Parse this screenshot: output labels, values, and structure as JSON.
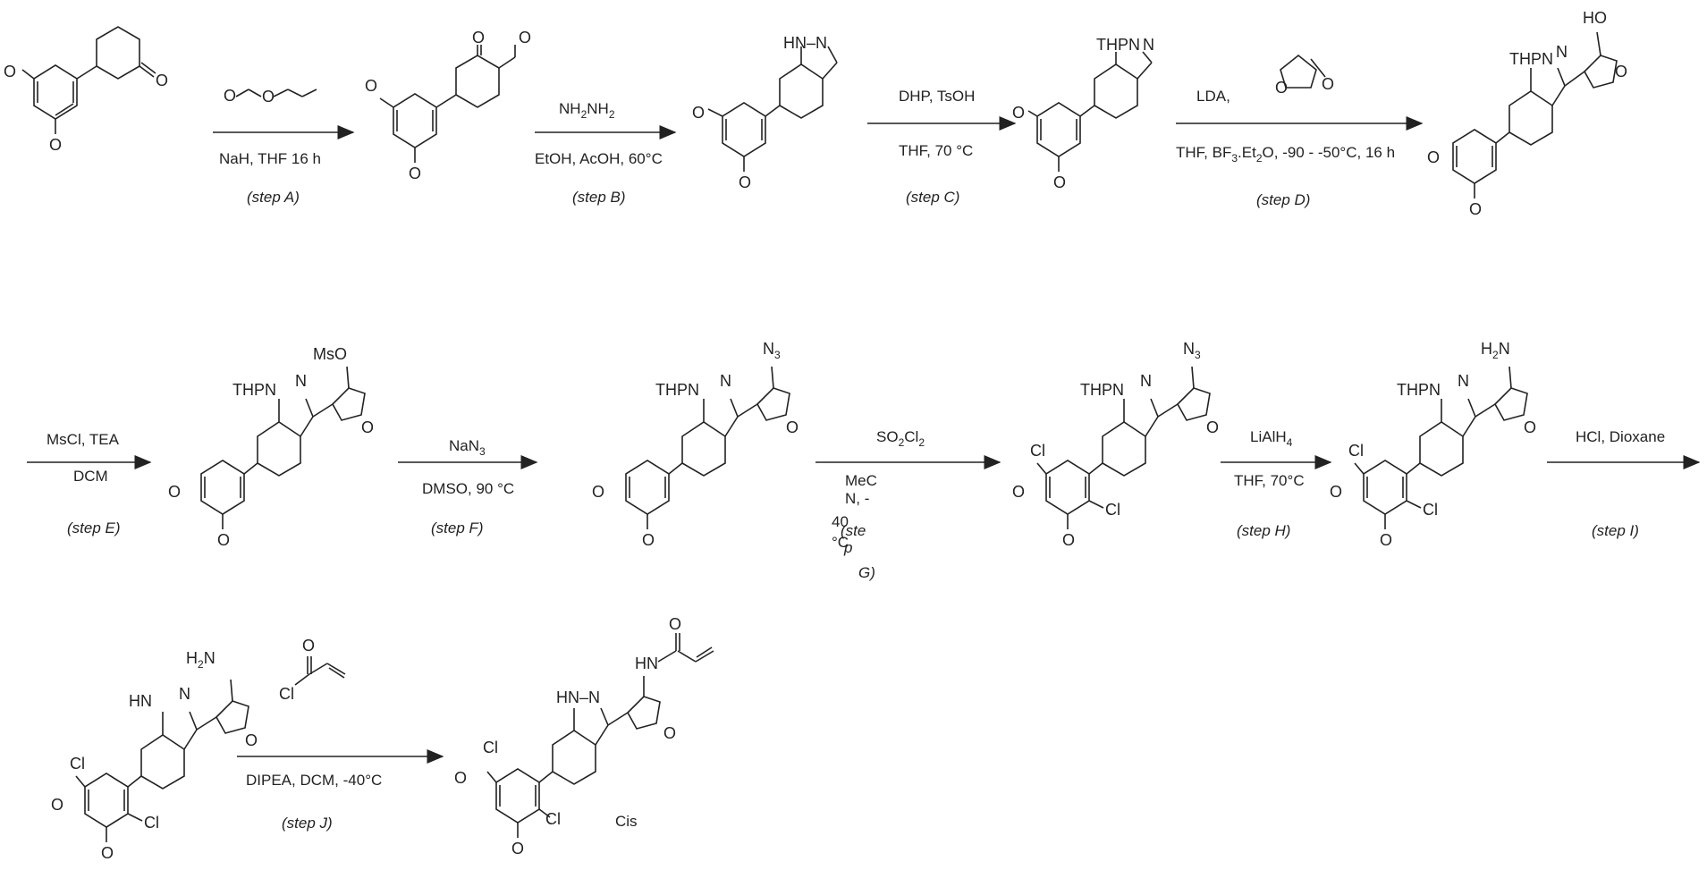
{
  "steps": [
    {
      "id": "A",
      "reagents": "NaH, THF  16 h",
      "step": "(step A)"
    },
    {
      "id": "B",
      "reagents": "NH2NH2",
      "conditions": "EtOH, AcOH, 60°C",
      "step": "(step B)"
    },
    {
      "id": "C",
      "reagents": "DHP, TsOH",
      "conditions": "THF, 70 °C",
      "step": "(step C)"
    },
    {
      "id": "D",
      "reagents": "LDA,",
      "conditions": "THF, BF3.Et2O, -90 - -50°C, 16 h",
      "step": "(step D)"
    },
    {
      "id": "E",
      "reagents": "MsCl, TEA",
      "conditions": "DCM",
      "step": "(step E)"
    },
    {
      "id": "F",
      "reagents": "NaN3",
      "conditions": "DMSO, 90 °C",
      "step": "(step F)"
    },
    {
      "id": "G",
      "reagents": "SO2Cl2",
      "conditions_lines": [
        "MeC",
        "N, -",
        "40",
        "°C"
      ],
      "step_fragments": [
        "(ste",
        "p",
        "G)"
      ]
    },
    {
      "id": "H",
      "reagents": "LiAlH4",
      "conditions": "THF, 70°C",
      "step": "(step H)"
    },
    {
      "id": "I",
      "reagents": "HCl, Dioxane",
      "step": "(step I)"
    },
    {
      "id": "J",
      "reagents": "DIPEA, DCM, -40°C",
      "step": "(step J)"
    }
  ],
  "atoms": {
    "O": "O",
    "HO": "HO",
    "MsO": "MsO",
    "N3": "N3",
    "H2N": "H2N",
    "HN": "HN",
    "HN_N": "HN–N",
    "THPN": "THPN",
    "N": "N",
    "Cl": "Cl"
  },
  "final_label": "Cis"
}
